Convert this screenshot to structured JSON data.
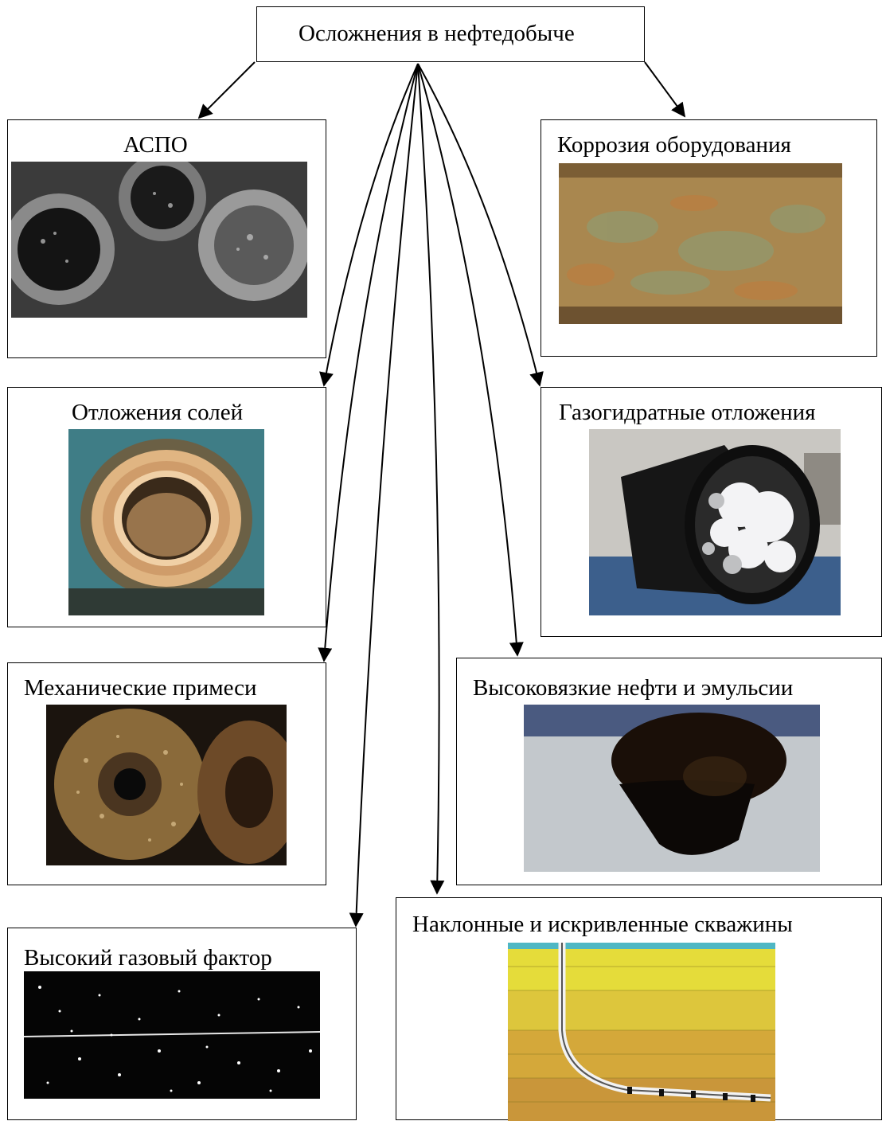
{
  "diagram": {
    "root": {
      "label": "Осложнения в нефтедобыче"
    },
    "nodes": [
      {
        "id": "aspo",
        "label": "АСПО",
        "image": "paraffin-clogged-pipes-photo"
      },
      {
        "id": "corrosion",
        "label": "Коррозия оборудования",
        "image": "corroded-pipe-photo"
      },
      {
        "id": "salts",
        "label": "Отложения солей",
        "image": "scaled-pipe-cross-section-photo"
      },
      {
        "id": "hydrates",
        "label": "Газогидратные отложения",
        "image": "hydrate-plug-pipe-photo"
      },
      {
        "id": "mechanical",
        "label": "Механические примеси",
        "image": "sand-clogged-pipes-photo"
      },
      {
        "id": "viscous",
        "label": "Высоковязкие нефти и эмульсии",
        "image": "viscous-oil-drip-photo"
      },
      {
        "id": "gas",
        "label": "Высокий газовый фактор",
        "image": "gas-bubbles-photo"
      },
      {
        "id": "deviated",
        "label": "Наклонные и искривленные скважины",
        "image": "deviated-well-schematic"
      }
    ]
  }
}
